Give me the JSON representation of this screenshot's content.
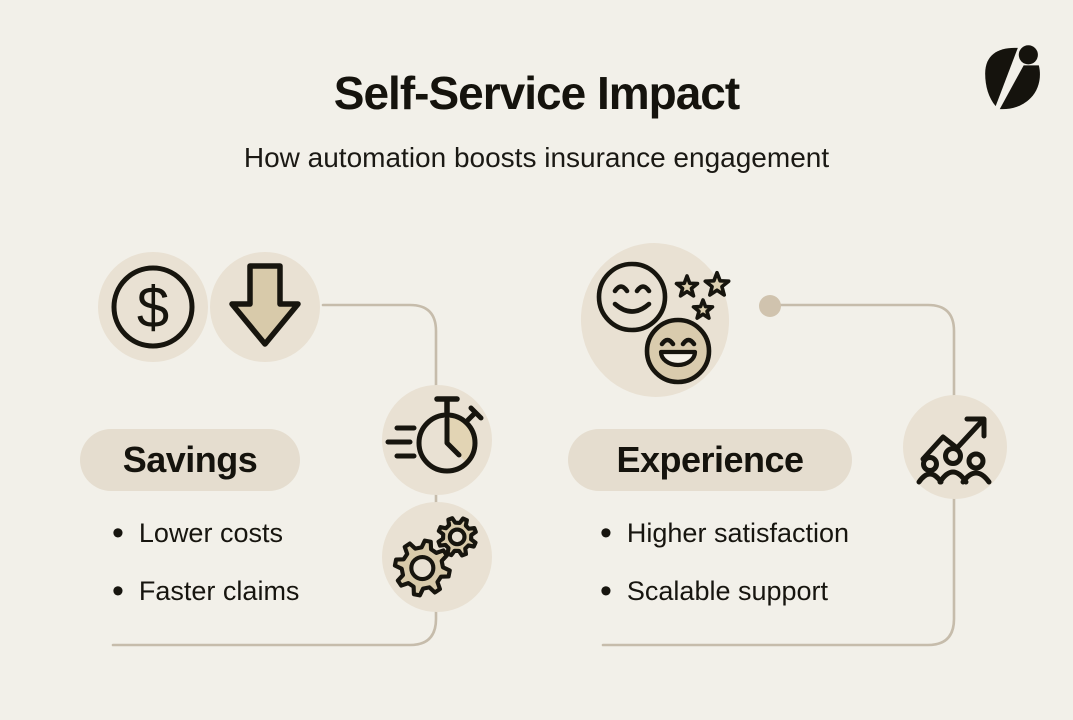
{
  "meta": {
    "background": "#f2f0e9",
    "circle_beige": "#e9e1d3",
    "pill_beige": "#e5ddcf",
    "fill_beige": "#d8caaa",
    "wedge_beige": "#e2d4b4",
    "line_color": "#c6bcab",
    "dot_color": "#d0c3ae",
    "ink": "#16140e"
  },
  "header": {
    "title": "Self-Service Impact",
    "subtitle": "How automation boosts insurance engagement"
  },
  "brand": {
    "logo_icon": "leaf-dot-brand-logo"
  },
  "sections": [
    {
      "id": "savings",
      "label": "Savings",
      "bullets": [
        "Lower costs",
        "Faster claims"
      ],
      "icons": [
        "dollar-circle-icon",
        "down-arrow-icon",
        "stopwatch-icon",
        "gears-icon"
      ]
    },
    {
      "id": "experience",
      "label": "Experience",
      "bullets": [
        "Higher satisfaction",
        "Scalable support"
      ],
      "icons": [
        "smileys-stars-icon",
        "growth-team-icon"
      ]
    }
  ]
}
